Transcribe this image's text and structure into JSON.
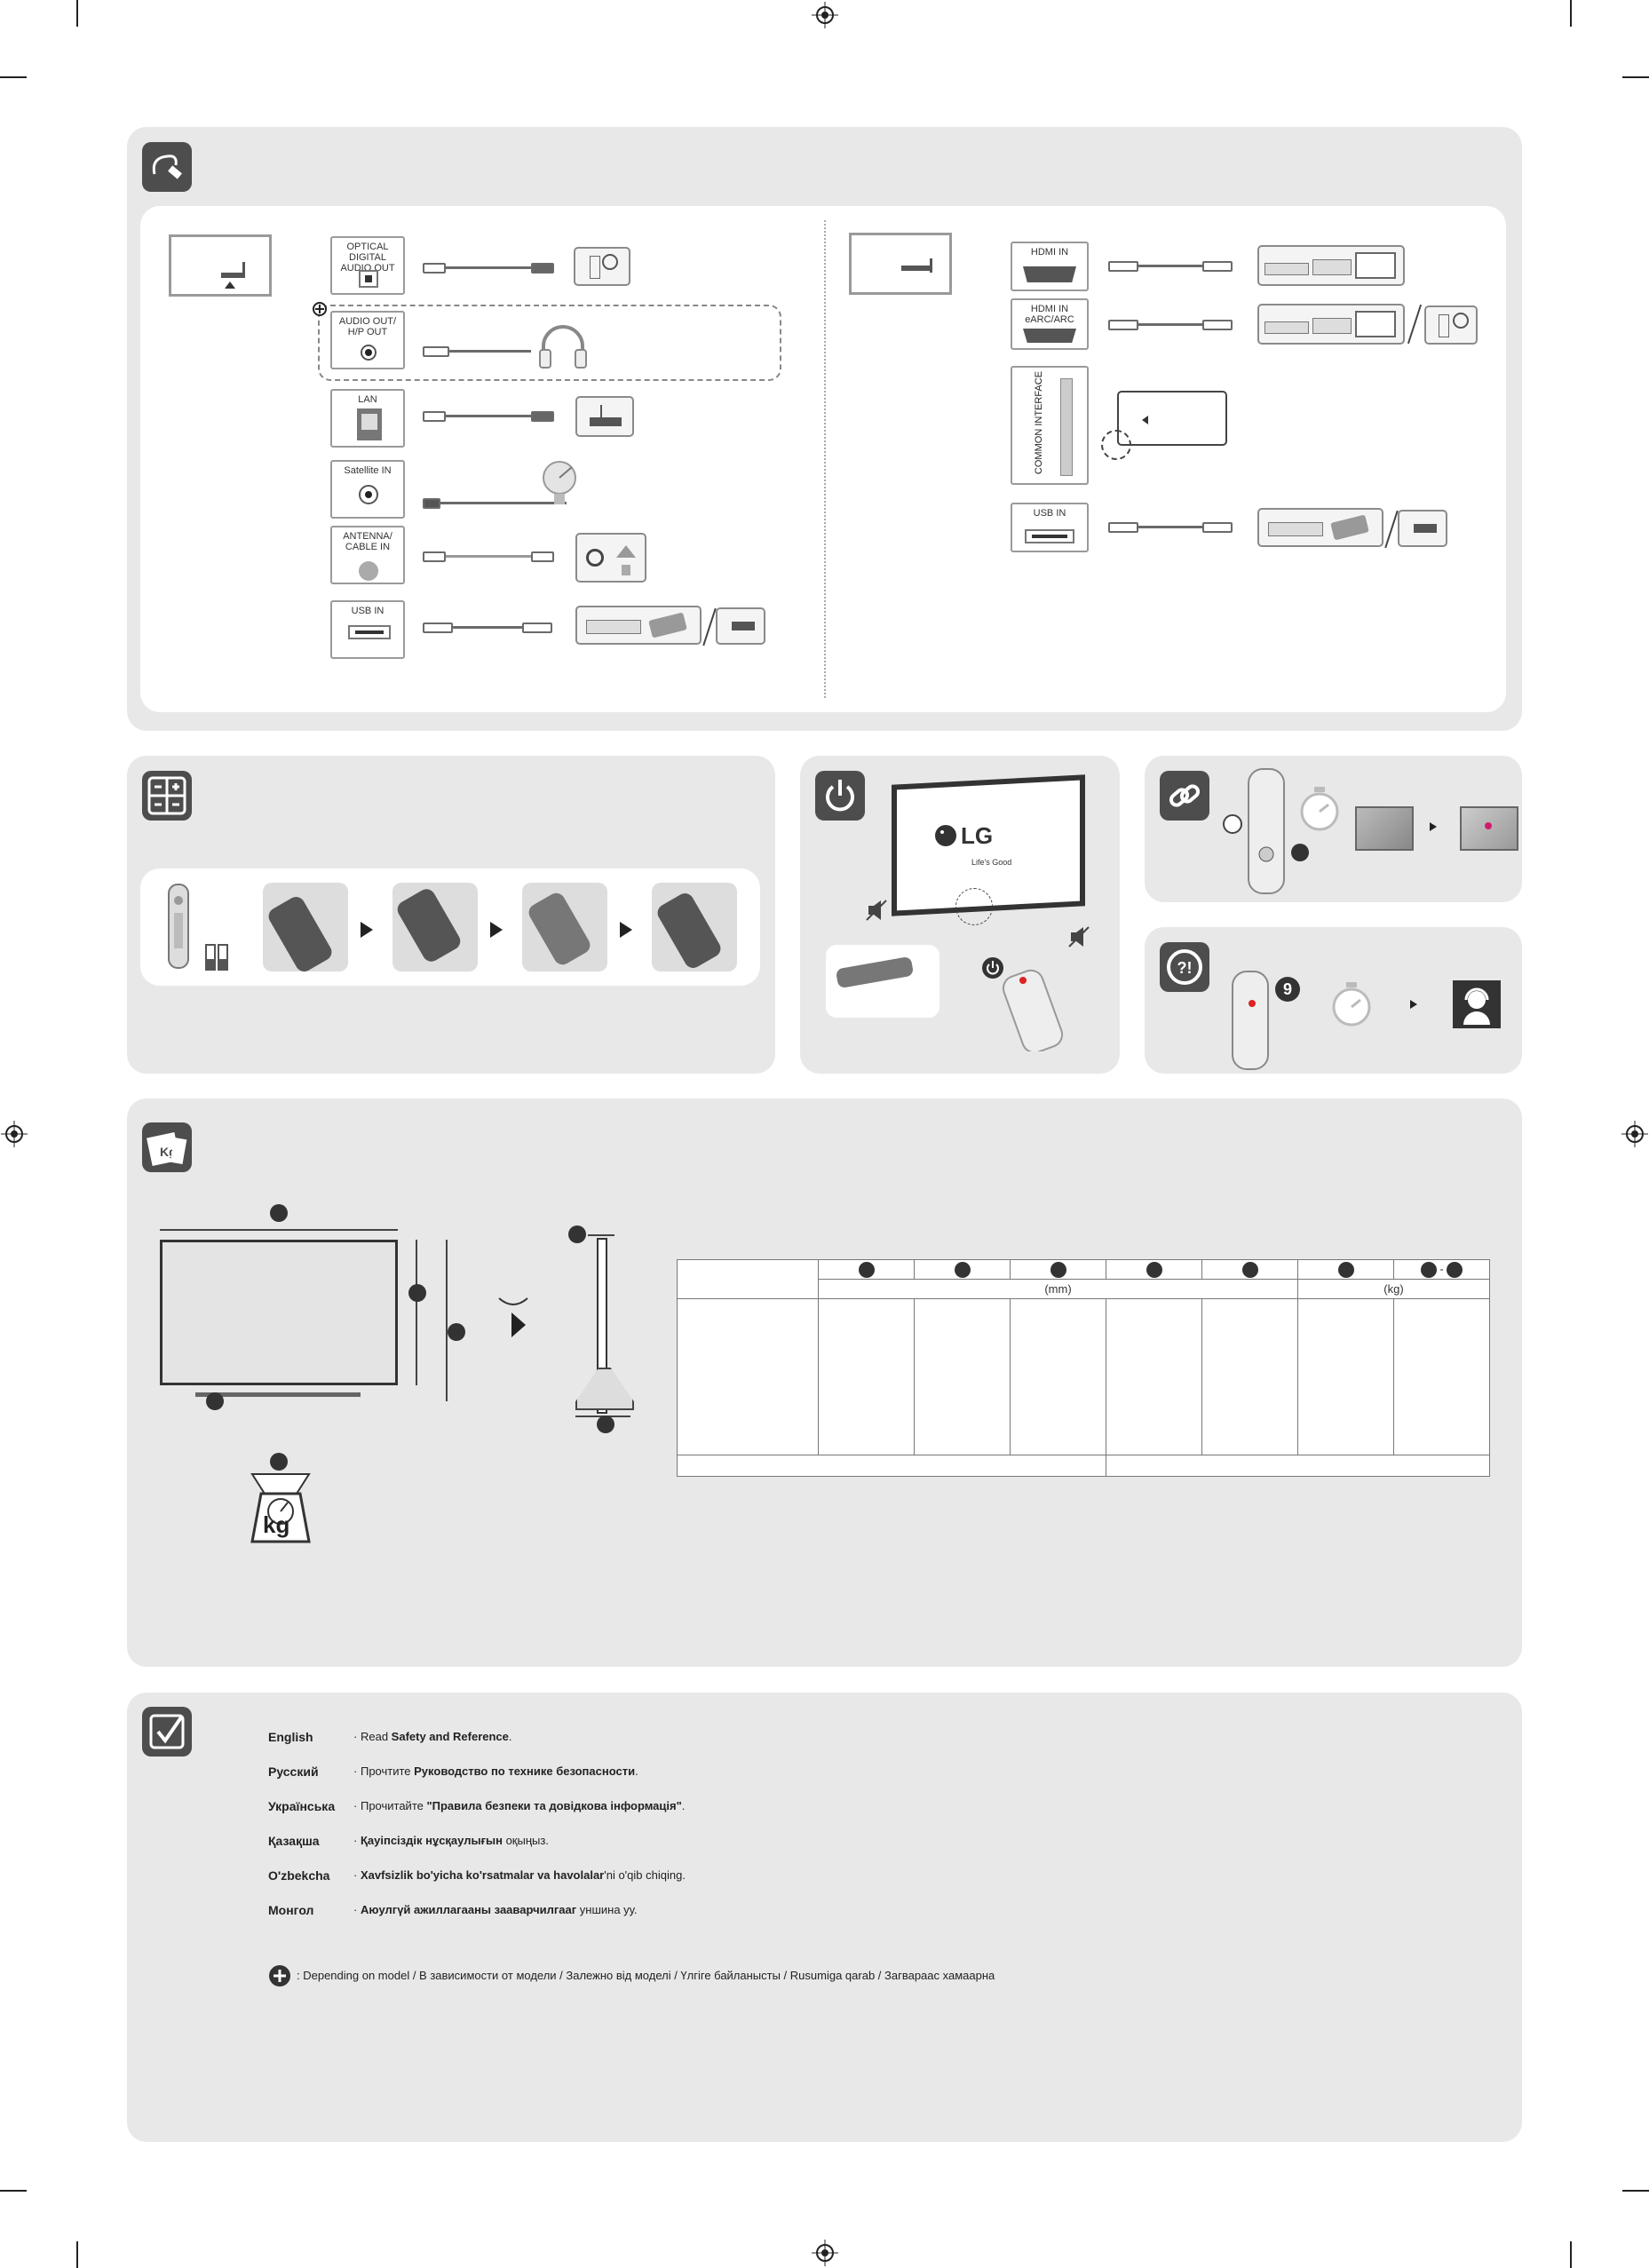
{
  "connections": {
    "left_ports": [
      {
        "label": "OPTICAL DIGITAL\nAUDIO OUT",
        "icon": "optical-port-icon"
      },
      {
        "label": "AUDIO OUT/\nH/P OUT",
        "icon": "headphone-port-icon"
      },
      {
        "label": "LAN",
        "icon": "lan-port-icon"
      },
      {
        "label": "Satellite IN",
        "icon": "satellite-port-icon"
      },
      {
        "label": "ANTENNA/\nCABLE IN",
        "icon": "antenna-port-icon"
      },
      {
        "label": "USB IN",
        "icon": "usb-port-icon"
      }
    ],
    "right_ports": [
      {
        "label": "HDMI IN",
        "icon": "hdmi-port-icon"
      },
      {
        "label": "HDMI IN\neARC/ARC",
        "icon": "hdmi-arc-port-icon"
      },
      {
        "label": "COMMON INTERFACE",
        "icon": "ci-slot-icon"
      },
      {
        "label": "USB IN",
        "icon": "usb-port-icon"
      }
    ]
  },
  "power": {
    "logo_text": "LG",
    "tagline": "Life's Good"
  },
  "support": {
    "remote_number": "9"
  },
  "dimensions": {
    "unit_mm": "(mm)",
    "unit_kg": "(kg)",
    "weight_icon_text": "kg",
    "dash": "-"
  },
  "safety": {
    "rows": [
      {
        "lang": "English",
        "pre": "Read ",
        "bold": "Safety and Reference",
        "post": "."
      },
      {
        "lang": "Русский",
        "pre": "Прочтите ",
        "bold": "Руководство по технике безопасности",
        "post": "."
      },
      {
        "lang": "Українська",
        "pre": "Прочитайте ",
        "bold": "\"Правила безпеки та довідкова інформація\"",
        "post": "."
      },
      {
        "lang": "Қазақша",
        "pre": "",
        "bold": "Қауіпсіздік нұсқаулығын",
        "post": " оқыңыз."
      },
      {
        "lang": "O'zbekcha",
        "pre": "",
        "bold": "Xavfsizlik bo'yicha ko'rsatmalar va havolalar",
        "post": "'ni  o'qib chiqing."
      },
      {
        "lang": "Монгол",
        "pre": "",
        "bold": "Аюулгүй ажиллагааны зааварчилгааг",
        "post": " уншина уу."
      }
    ],
    "bullet": "·",
    "footnote": ": Depending on model  / В зависимости от модели / Залежно від моделі / Үлгіге байланысты / Rusumiga qarab / Загвараас хамаарна"
  }
}
